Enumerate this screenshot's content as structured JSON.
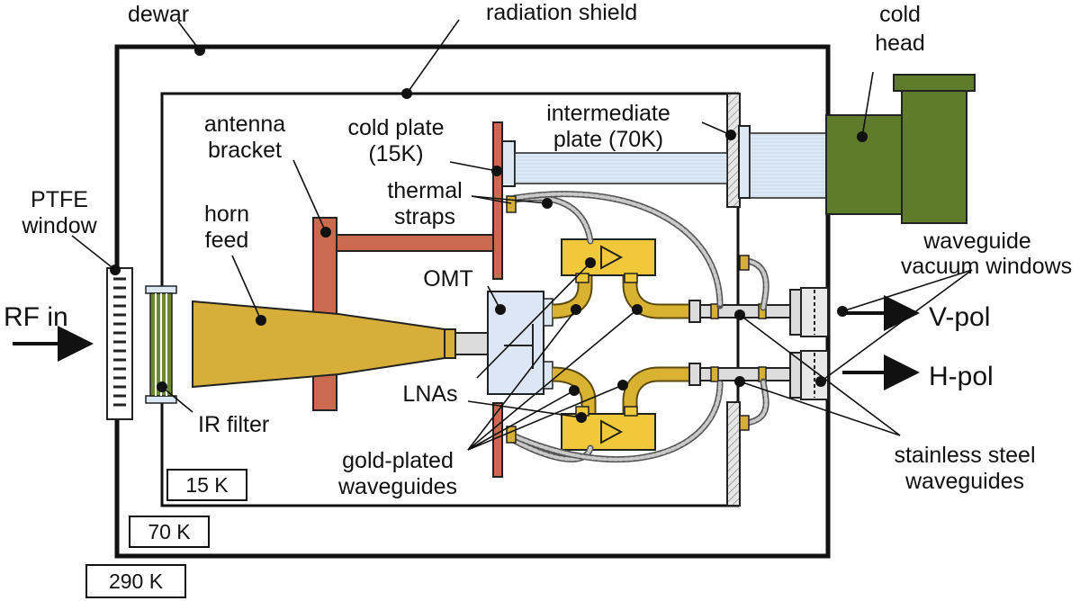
{
  "labels": {
    "dewar": "dewar",
    "radiation_shield": "radiation shield",
    "cold_head_line1": "cold",
    "cold_head_line2": "head",
    "intermediate_line1": "intermediate",
    "intermediate_line2": "plate (70K)",
    "cold_plate_line1": "cold plate",
    "cold_plate_line2": "(15K)",
    "antenna_line1": "antenna",
    "antenna_line2": "bracket",
    "thermal_line1": "thermal",
    "thermal_line2": "straps",
    "horn_line1": "horn",
    "horn_line2": "feed",
    "ptfe_line1": "PTFE",
    "ptfe_line2": "window",
    "rf_in": "RF in",
    "omt": "OMT",
    "lnas": "LNAs",
    "ir_filter": "IR filter",
    "gold_line1": "gold-plated",
    "gold_line2": "waveguides",
    "waveguide_windows_line1": "waveguide",
    "waveguide_windows_line2": "vacuum windows",
    "v_pol": "V-pol",
    "h_pol": "H-pol",
    "stainless_line1": "stainless steel",
    "stainless_line2": "waveguides"
  },
  "temperatures": {
    "t15": "15 K",
    "t70": "70 K",
    "t290": "290 K"
  },
  "colors": {
    "copper": "#cc6a4f",
    "gold": "#d7ae3a",
    "lna_gold": "#f0c93a",
    "omt": "#dce6f4",
    "cold_head": "#5e7c2c",
    "steel": "#d9d9d9",
    "cryo_cylinder": "#dce8f4"
  }
}
